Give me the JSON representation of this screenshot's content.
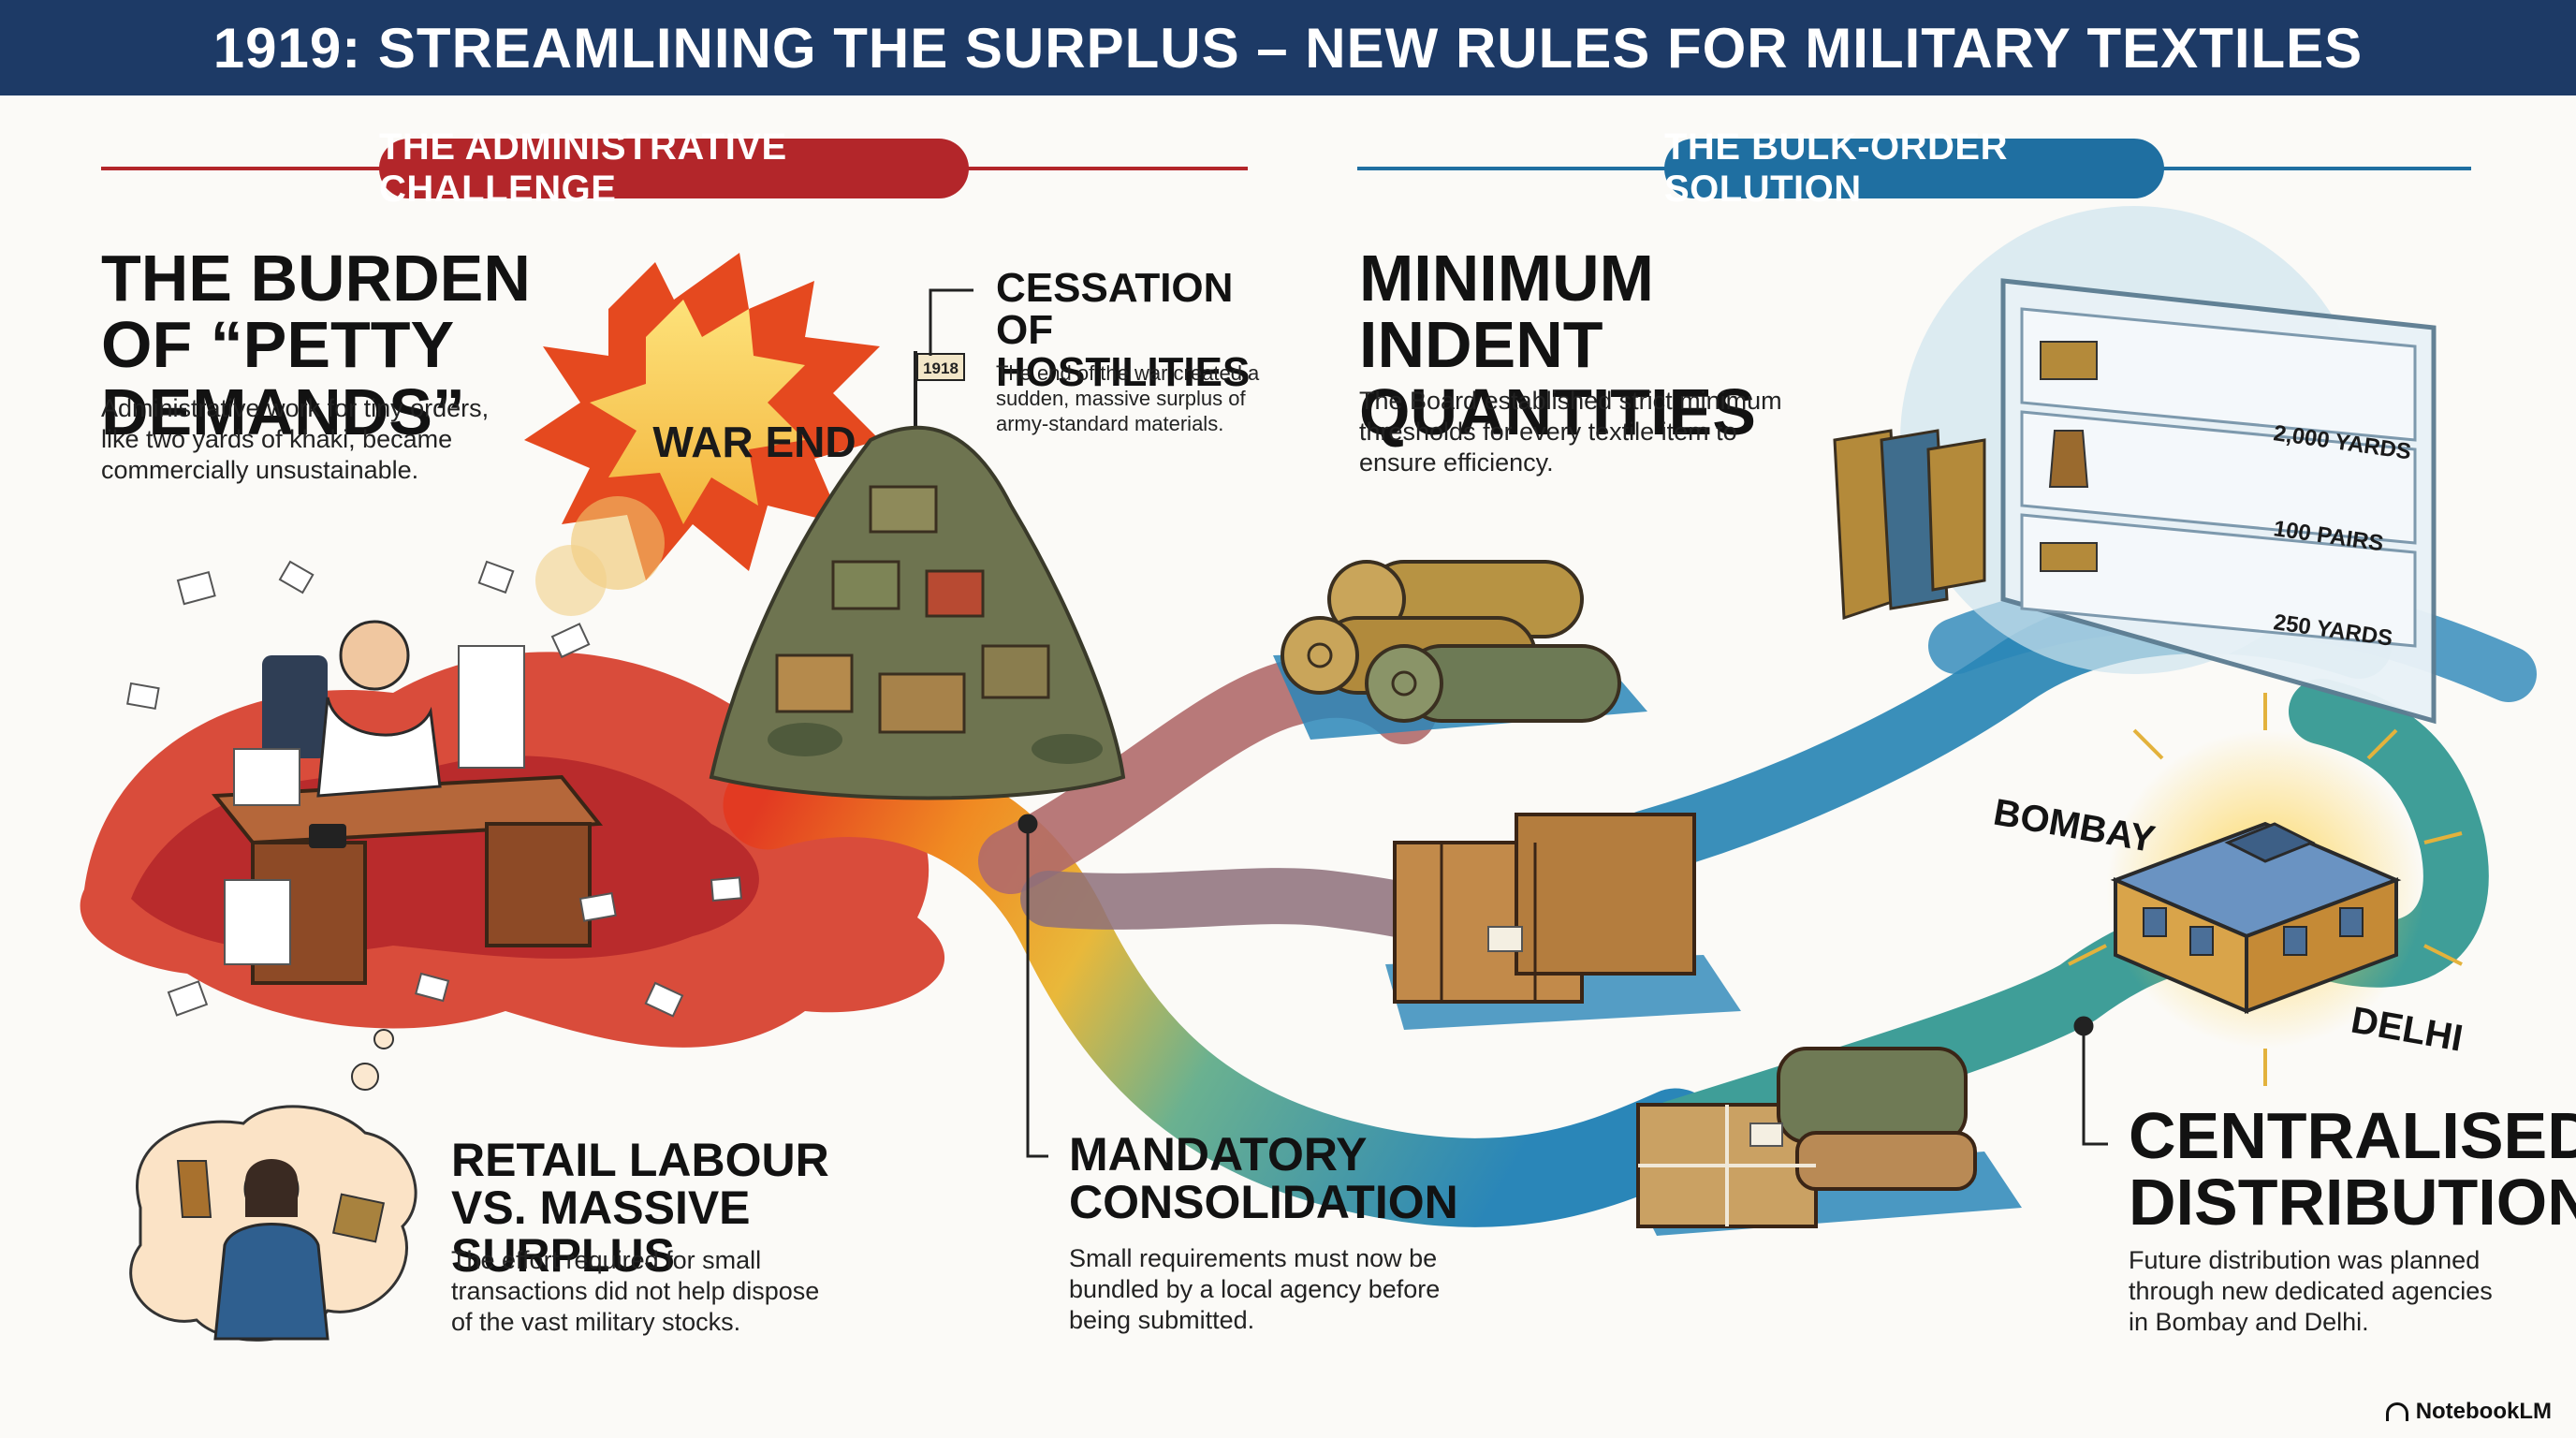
{
  "title": "1919: STREAMLINING THE SURPLUS – NEW RULES FOR MILITARY TEXTILES",
  "sections": {
    "left_pill": "THE ADMINISTRATIVE CHALLENGE",
    "right_pill": "THE BULK-ORDER SOLUTION"
  },
  "petty_demands": {
    "heading": "THE BURDEN OF “PETTY DEMANDS”",
    "body": "Administrative work for tiny orders, like two yards of khaki, became commercially unsustainable."
  },
  "cessation": {
    "heading": "CESSATION OF HOSTILITIES",
    "body": "The end of the war created a sudden, massive surplus of army-standard materials.",
    "flag_year": "1918",
    "explosion_text": "WAR END"
  },
  "retail_labour": {
    "heading": "RETAIL LABOUR VS. MASSIVE SURPLUS",
    "body": "The effort required for small transactions did not help dispose of the vast military stocks."
  },
  "minimum_indent": {
    "heading": "MINIMUM INDENT QUANTITIES",
    "body": "The Board established strict minimum thresholds for every textile item to ensure efficiency.",
    "thresholds": [
      "2,000 YARDS",
      "100 PAIRS",
      "250 YARDS"
    ]
  },
  "consolidation": {
    "heading": "MANDATORY CONSOLIDATION",
    "body": "Small requirements must now be bundled by a local agency before being submitted."
  },
  "centralised": {
    "heading": "CENTRALISED DISTRIBUTION",
    "body": "Future distribution was planned through new dedicated agencies in Bombay and Delhi.",
    "city_1": "BOMBAY",
    "city_2": "DELHI"
  },
  "brand": "NotebookLM",
  "colors": {
    "title_bg": "#1d3a66",
    "challenge_red": "#b3262a",
    "solution_blue": "#1f6fa1",
    "stream_teal": "#3f9e98"
  }
}
